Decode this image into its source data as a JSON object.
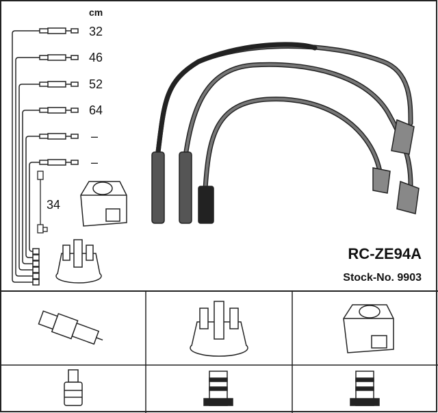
{
  "unit_label": "cm",
  "cable_lengths": [
    "32",
    "46",
    "52",
    "64",
    "–",
    "–"
  ],
  "coil_lead_length": "34",
  "product": {
    "part_number": "RC-ZE94A",
    "stock_number": "Stock-No. 9903"
  },
  "icons": {
    "cells": [
      "spark-plug-icon",
      "distributor-cap-icon",
      "ignition-coil-icon",
      "plug-connector-straight-icon",
      "connector-socket-icon",
      "connector-socket-icon"
    ]
  },
  "colors": {
    "line": "#222222",
    "cable": "#555555",
    "background": "#ffffff"
  }
}
